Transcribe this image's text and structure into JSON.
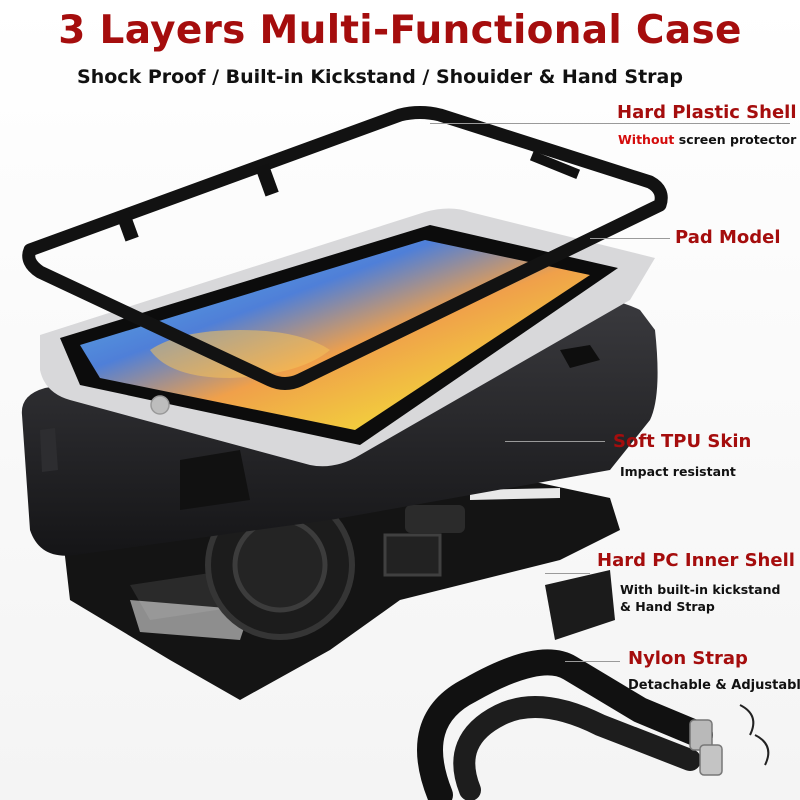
{
  "title": "3 Layers Multi-Functional Case",
  "subtitle": "Shock Proof / Built-in Kickstand / Shouider & Hand Strap",
  "callouts": {
    "hard_plastic": {
      "label": "Hard Plastic Shell",
      "desc_highlight": "Without",
      "desc_rest": " screen protector"
    },
    "pad_model": {
      "label": "Pad Model"
    },
    "tpu_skin": {
      "label": "Soft TPU Skin",
      "desc": "Impact resistant"
    },
    "pc_inner": {
      "label": "Hard PC Inner Shell",
      "desc_line1": "With built-in kickstand",
      "desc_line2": "& Hand Strap"
    },
    "nylon_strap": {
      "label": "Nylon Strap",
      "desc": "Detachable & Adjustable"
    }
  },
  "colors": {
    "accent": "#a50d0d",
    "highlight": "#d40b0b",
    "case": "#1e1e1e"
  }
}
